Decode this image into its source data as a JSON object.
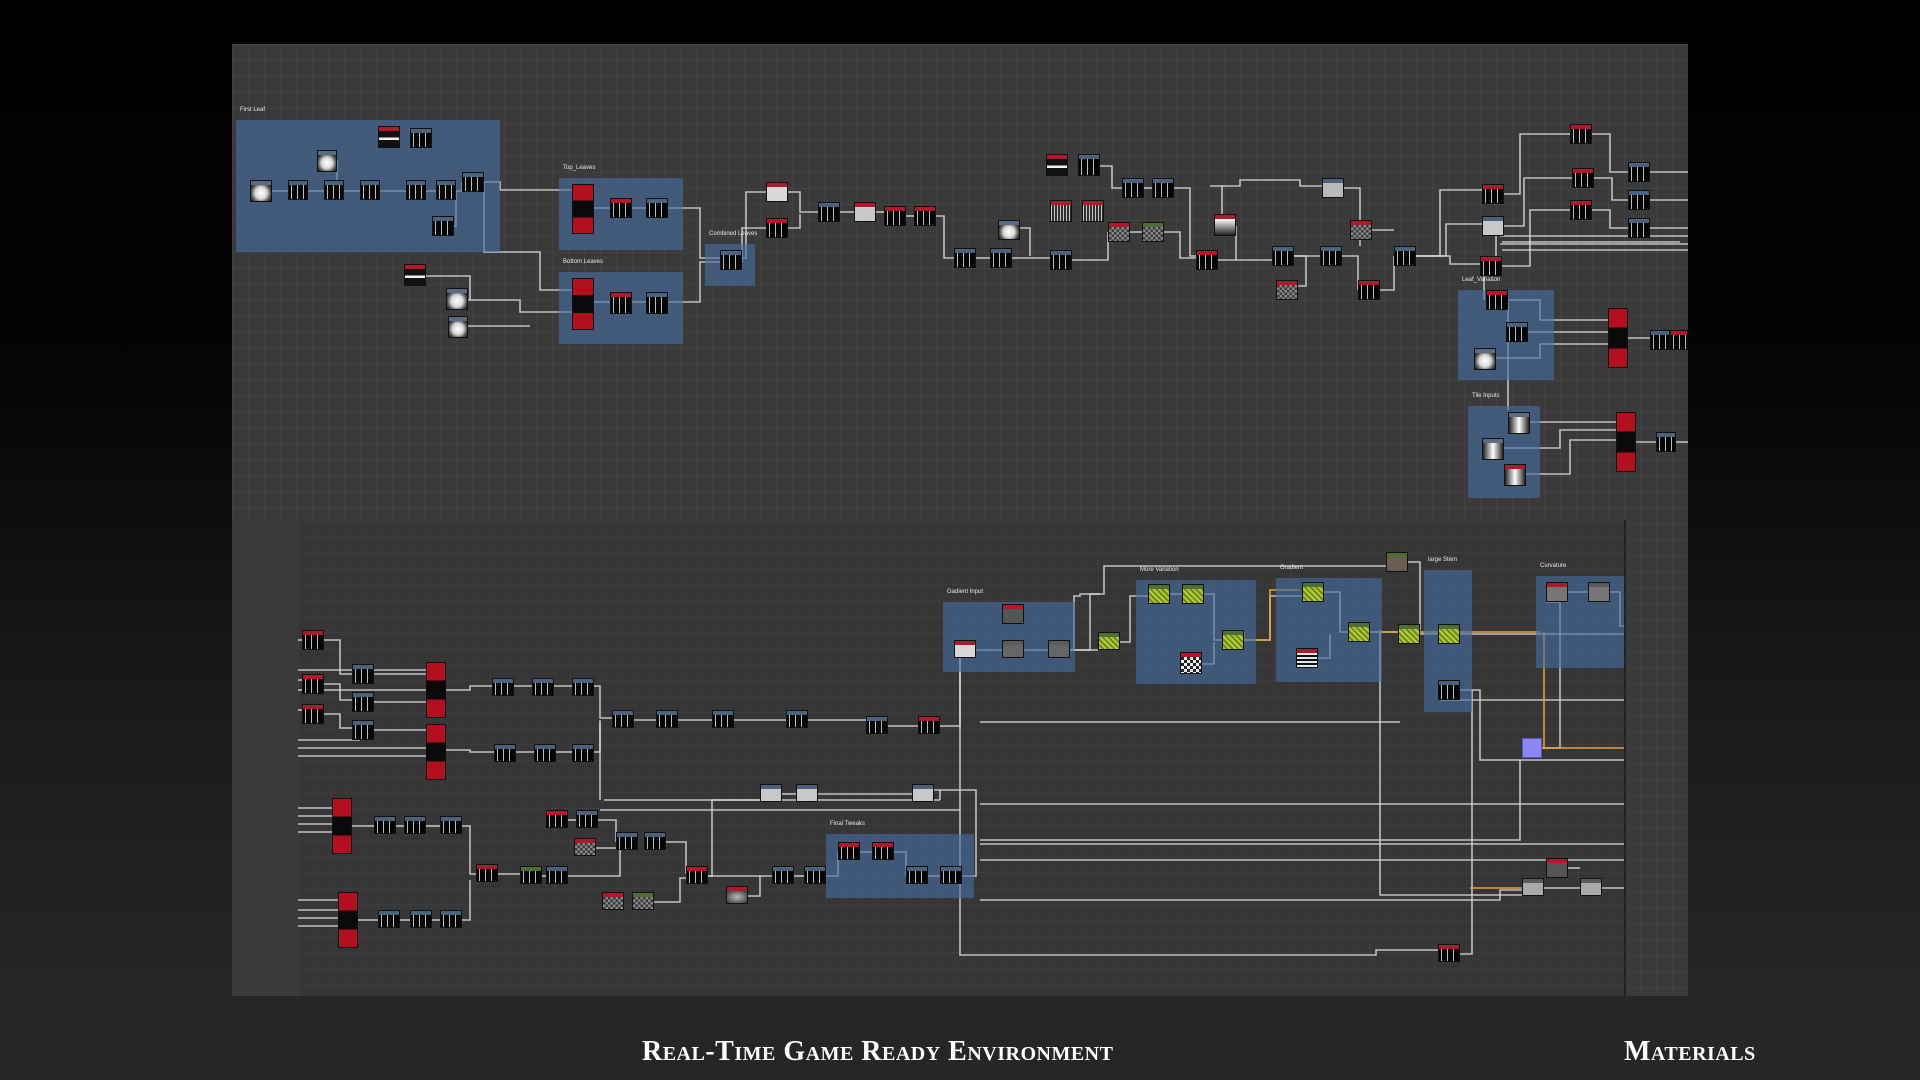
{
  "caption": {
    "title": "Real-Time Game Ready Environment",
    "section": "Materials"
  },
  "frames": [
    {
      "id": "first-leaf",
      "label": "First Leaf"
    },
    {
      "id": "top-leaves",
      "label": "Top_Leaves"
    },
    {
      "id": "bottom-leaves",
      "label": "Bottom Leaves"
    },
    {
      "id": "combined-leaves",
      "label": "Combined Leaves"
    },
    {
      "id": "leaf-variation",
      "label": "Leaf_Variation"
    },
    {
      "id": "tile-inputs",
      "label": "Tile Inputs"
    },
    {
      "id": "gradient-input",
      "label": "Gadient Input"
    },
    {
      "id": "more-variation",
      "label": "More Variation"
    },
    {
      "id": "gradient",
      "label": "Gradient"
    },
    {
      "id": "large-stem",
      "label": "large Stem"
    },
    {
      "id": "curvature",
      "label": "Curvature"
    },
    {
      "id": "final-tweaks",
      "label": "Final Tweaks"
    }
  ],
  "colors": {
    "canvas": "#3a3a3a",
    "frame": "#466ea0",
    "wire": "#d8d8d8",
    "wire_orange": "#e8a33a",
    "node_red": "#b2182b",
    "node_header_blue": "#4b617e"
  }
}
